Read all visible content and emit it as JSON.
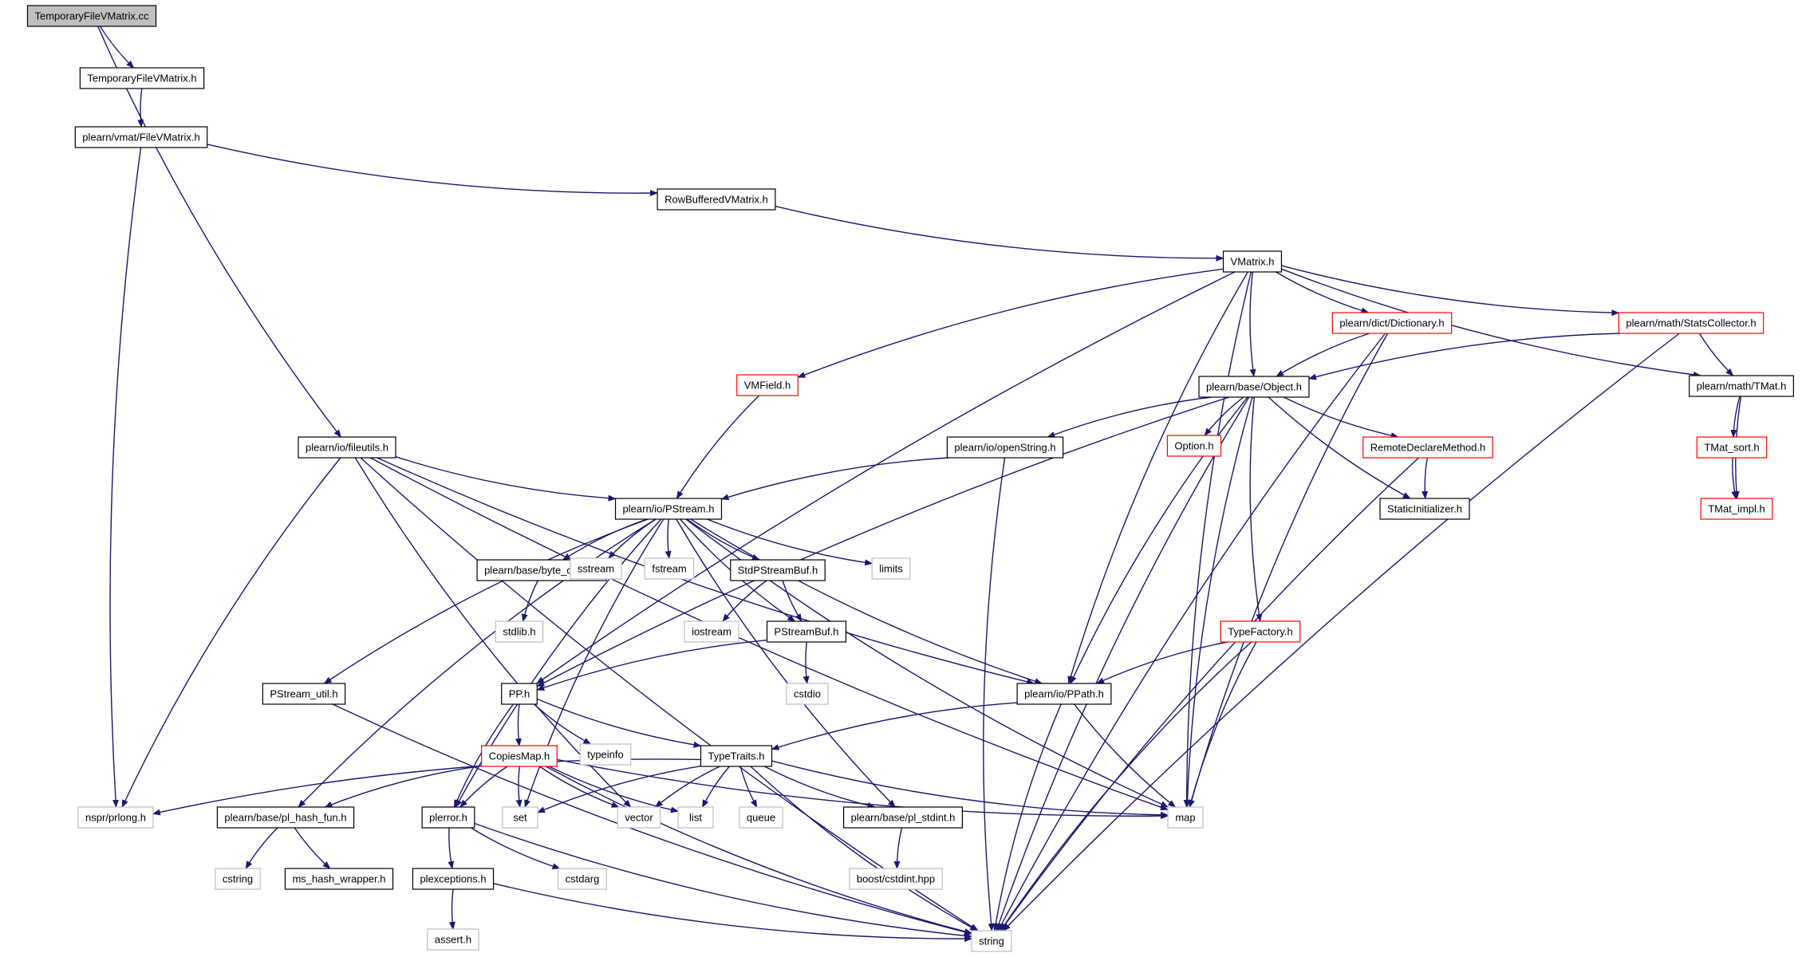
{
  "graph": {
    "colors": {
      "edge": "#191970",
      "root_fill": "#bfbfbf",
      "node_border": "#000000",
      "truncated_border": "#ff0000",
      "system_border": "#bfbfbf"
    },
    "nodes": [
      {
        "id": "root",
        "label": "TemporaryFileVMatrix.cc",
        "style": "root"
      },
      {
        "id": "tfvm_h",
        "label": "TemporaryFileVMatrix.h",
        "style": "black"
      },
      {
        "id": "filevmatrix",
        "label": "plearn/vmat/FileVMatrix.h",
        "style": "black"
      },
      {
        "id": "rowbuf",
        "label": "RowBufferedVMatrix.h",
        "style": "black"
      },
      {
        "id": "vmatrix",
        "label": "VMatrix.h",
        "style": "black"
      },
      {
        "id": "dictionary",
        "label": "plearn/dict/Dictionary.h",
        "style": "red"
      },
      {
        "id": "statscoll",
        "label": "plearn/math/StatsCollector.h",
        "style": "red"
      },
      {
        "id": "vmfield",
        "label": "VMField.h",
        "style": "red"
      },
      {
        "id": "object",
        "label": "plearn/base/Object.h",
        "style": "black"
      },
      {
        "id": "tmat",
        "label": "plearn/math/TMat.h",
        "style": "black"
      },
      {
        "id": "fileutils",
        "label": "plearn/io/fileutils.h",
        "style": "black"
      },
      {
        "id": "openstring",
        "label": "plearn/io/openString.h",
        "style": "black"
      },
      {
        "id": "option",
        "label": "Option.h",
        "style": "red"
      },
      {
        "id": "remotedecl",
        "label": "RemoteDeclareMethod.h",
        "style": "red"
      },
      {
        "id": "tmatsort",
        "label": "TMat_sort.h",
        "style": "red"
      },
      {
        "id": "pstream",
        "label": "plearn/io/PStream.h",
        "style": "black"
      },
      {
        "id": "staticinit",
        "label": "StaticInitializer.h",
        "style": "black"
      },
      {
        "id": "tmatimpl",
        "label": "TMat_impl.h",
        "style": "red"
      },
      {
        "id": "byteorder",
        "label": "plearn/base/byte_order.h",
        "style": "black"
      },
      {
        "id": "sstream",
        "label": "sstream",
        "style": "gray"
      },
      {
        "id": "fstream",
        "label": "fstream",
        "style": "gray"
      },
      {
        "id": "stdpsbuf",
        "label": "StdPStreamBuf.h",
        "style": "black"
      },
      {
        "id": "limits",
        "label": "limits",
        "style": "gray"
      },
      {
        "id": "stdlib",
        "label": "stdlib.h",
        "style": "gray"
      },
      {
        "id": "iostream",
        "label": "iostream",
        "style": "gray"
      },
      {
        "id": "psbuf",
        "label": "PStreamBuf.h",
        "style": "black"
      },
      {
        "id": "typefactory",
        "label": "TypeFactory.h",
        "style": "red"
      },
      {
        "id": "cstdio",
        "label": "cstdio",
        "style": "gray"
      },
      {
        "id": "psutil",
        "label": "PStream_util.h",
        "style": "black"
      },
      {
        "id": "pp",
        "label": "PP.h",
        "style": "black"
      },
      {
        "id": "ppath",
        "label": "plearn/io/PPath.h",
        "style": "black"
      },
      {
        "id": "copiesmap",
        "label": "CopiesMap.h",
        "style": "red"
      },
      {
        "id": "typeinfo",
        "label": "typeinfo",
        "style": "gray"
      },
      {
        "id": "typetraits",
        "label": "TypeTraits.h",
        "style": "black"
      },
      {
        "id": "prlong",
        "label": "nspr/prlong.h",
        "style": "gray"
      },
      {
        "id": "plhash",
        "label": "plearn/base/pl_hash_fun.h",
        "style": "black"
      },
      {
        "id": "plerror",
        "label": "plerror.h",
        "style": "black"
      },
      {
        "id": "set",
        "label": "set",
        "style": "gray"
      },
      {
        "id": "vector",
        "label": "vector",
        "style": "gray"
      },
      {
        "id": "list",
        "label": "list",
        "style": "gray"
      },
      {
        "id": "queue",
        "label": "queue",
        "style": "gray"
      },
      {
        "id": "plstdint",
        "label": "plearn/base/pl_stdint.h",
        "style": "black"
      },
      {
        "id": "map",
        "label": "map",
        "style": "gray"
      },
      {
        "id": "cstring",
        "label": "cstring",
        "style": "gray"
      },
      {
        "id": "mshash",
        "label": "ms_hash_wrapper.h",
        "style": "black"
      },
      {
        "id": "cstdarg",
        "label": "cstdarg",
        "style": "gray"
      },
      {
        "id": "boostcstdint",
        "label": "boost/cstdint.hpp",
        "style": "gray"
      },
      {
        "id": "plexceptions",
        "label": "plexceptions.h",
        "style": "black"
      },
      {
        "id": "assert",
        "label": "assert.h",
        "style": "gray"
      },
      {
        "id": "string",
        "label": "string",
        "style": "gray"
      }
    ],
    "edges": [
      [
        "root",
        "tfvm_h"
      ],
      [
        "root",
        "fileutils"
      ],
      [
        "tfvm_h",
        "filevmatrix"
      ],
      [
        "filevmatrix",
        "rowbuf"
      ],
      [
        "filevmatrix",
        "prlong"
      ],
      [
        "rowbuf",
        "vmatrix"
      ],
      [
        "vmatrix",
        "dictionary"
      ],
      [
        "vmatrix",
        "statscoll"
      ],
      [
        "vmatrix",
        "tmat"
      ],
      [
        "vmatrix",
        "object"
      ],
      [
        "vmatrix",
        "vmfield"
      ],
      [
        "vmatrix",
        "pp"
      ],
      [
        "vmatrix",
        "ppath"
      ],
      [
        "vmatrix",
        "map"
      ],
      [
        "dictionary",
        "object"
      ],
      [
        "dictionary",
        "map"
      ],
      [
        "dictionary",
        "string"
      ],
      [
        "statscoll",
        "object"
      ],
      [
        "statscoll",
        "tmat"
      ],
      [
        "statscoll",
        "string"
      ],
      [
        "vmfield",
        "pstream"
      ],
      [
        "object",
        "openstring"
      ],
      [
        "object",
        "option"
      ],
      [
        "object",
        "remotedecl"
      ],
      [
        "object",
        "staticinit"
      ],
      [
        "object",
        "typefactory"
      ],
      [
        "object",
        "ppath"
      ],
      [
        "object",
        "map"
      ],
      [
        "object",
        "string"
      ],
      [
        "object",
        "pp"
      ],
      [
        "tmat",
        "tmatsort"
      ],
      [
        "tmat",
        "tmatimpl"
      ],
      [
        "tmatsort",
        "tmatimpl"
      ],
      [
        "remotedecl",
        "staticinit"
      ],
      [
        "remotedecl",
        "string"
      ],
      [
        "openstring",
        "pstream"
      ],
      [
        "openstring",
        "string"
      ],
      [
        "fileutils",
        "pstream"
      ],
      [
        "fileutils",
        "ppath"
      ],
      [
        "fileutils",
        "map"
      ],
      [
        "fileutils",
        "prlong"
      ],
      [
        "fileutils",
        "string"
      ],
      [
        "fileutils",
        "vector"
      ],
      [
        "pstream",
        "byteorder"
      ],
      [
        "pstream",
        "sstream"
      ],
      [
        "pstream",
        "fstream"
      ],
      [
        "pstream",
        "stdpsbuf"
      ],
      [
        "pstream",
        "limits"
      ],
      [
        "pstream",
        "psbuf"
      ],
      [
        "pstream",
        "psutil"
      ],
      [
        "pstream",
        "plhash"
      ],
      [
        "pstream",
        "plerror"
      ],
      [
        "pstream",
        "set"
      ],
      [
        "pstream",
        "plstdint"
      ],
      [
        "pstream",
        "map"
      ],
      [
        "pstream",
        "ppath"
      ],
      [
        "byteorder",
        "stdlib"
      ],
      [
        "stdpsbuf",
        "iostream"
      ],
      [
        "stdpsbuf",
        "psbuf"
      ],
      [
        "psbuf",
        "pp"
      ],
      [
        "psbuf",
        "cstdio"
      ],
      [
        "typefactory",
        "ppath"
      ],
      [
        "typefactory",
        "map"
      ],
      [
        "typefactory",
        "string"
      ],
      [
        "psutil",
        "string"
      ],
      [
        "pp",
        "copiesmap"
      ],
      [
        "pp",
        "typeinfo"
      ],
      [
        "pp",
        "typetraits"
      ],
      [
        "pp",
        "plerror"
      ],
      [
        "ppath",
        "typetraits"
      ],
      [
        "ppath",
        "map"
      ],
      [
        "ppath",
        "string"
      ],
      [
        "copiesmap",
        "plhash"
      ],
      [
        "copiesmap",
        "plerror"
      ],
      [
        "copiesmap",
        "set"
      ],
      [
        "copiesmap",
        "vector"
      ],
      [
        "copiesmap",
        "list"
      ],
      [
        "copiesmap",
        "map"
      ],
      [
        "copiesmap",
        "string"
      ],
      [
        "typetraits",
        "prlong"
      ],
      [
        "typetraits",
        "set"
      ],
      [
        "typetraits",
        "vector"
      ],
      [
        "typetraits",
        "list"
      ],
      [
        "typetraits",
        "queue"
      ],
      [
        "typetraits",
        "plstdint"
      ],
      [
        "typetraits",
        "map"
      ],
      [
        "typetraits",
        "string"
      ],
      [
        "plhash",
        "cstring"
      ],
      [
        "plhash",
        "mshash"
      ],
      [
        "plerror",
        "plexceptions"
      ],
      [
        "plerror",
        "cstdarg"
      ],
      [
        "plerror",
        "string"
      ],
      [
        "plstdint",
        "boostcstdint"
      ],
      [
        "plexceptions",
        "assert"
      ],
      [
        "plexceptions",
        "string"
      ]
    ]
  }
}
